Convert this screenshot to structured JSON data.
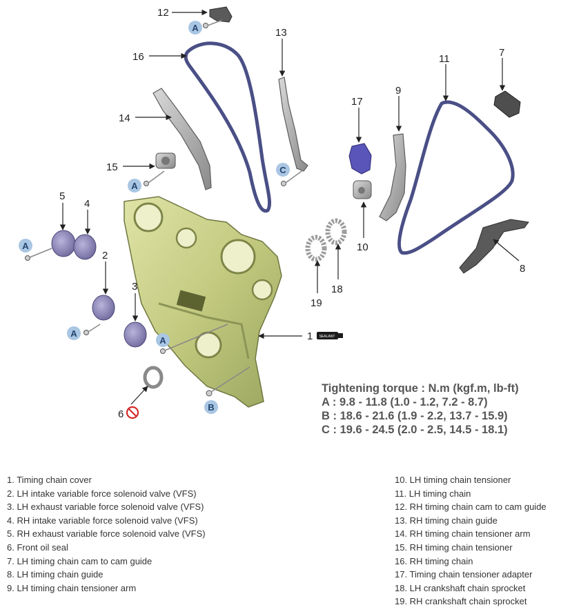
{
  "badges": {
    "a": "A",
    "b": "B",
    "c": "C"
  },
  "callouts": {
    "n1": "1",
    "n2": "2",
    "n3": "3",
    "n4": "4",
    "n5": "5",
    "n6": "6",
    "n7": "7",
    "n8": "8",
    "n9": "9",
    "n10": "10",
    "n11": "11",
    "n12": "12",
    "n13": "13",
    "n14": "14",
    "n15": "15",
    "n16": "16",
    "n17": "17",
    "n18": "18",
    "n19": "19"
  },
  "sealant_label": "SEALANT",
  "torque": {
    "title": "Tightening torque : N.m (kgf.m, lb-ft)",
    "rows": [
      "A : 9.8 - 11.8 (1.0 - 1.2, 7.2 - 8.7)",
      "B : 18.6 - 21.6 (1.9 - 2.2, 13.7 - 15.9)",
      "C : 19.6 - 24.5 (2.0 - 2.5, 14.5 - 18.1)"
    ]
  },
  "legend_left": [
    "1. Timing chain cover",
    "2. LH intake variable force solenoid valve (VFS)",
    "3. LH exhaust variable force solenoid valve (VFS)",
    "4. RH intake variable force solenoid valve (VFS)",
    "5. RH exhaust variable force solenoid valve (VFS)",
    "6. Front oil seal",
    "7. LH timing chain cam to cam guide",
    "8. LH timing chain guide",
    "9. LH timing chain tensioner arm"
  ],
  "legend_right": [
    "10. LH timing chain tensioner",
    "11. LH timing chain",
    "12. RH timing chain cam to cam guide",
    "13. RH timing chain guide",
    "14. RH timing chain tensioner arm",
    "15. RH timing chain tensioner",
    "16. RH timing chain",
    "17. Timing chain tensioner adapter",
    "18. LH crankshaft chain sprocket",
    "19. RH crankshaft chain sprocket"
  ],
  "colors": {
    "cover": "#c9cf8a",
    "cover_dark": "#8f9a55",
    "chain": "#4a4f86",
    "solenoid": "#8b86b6",
    "badge": "#a9c6e3",
    "no_symbol": "#d42a2a"
  }
}
